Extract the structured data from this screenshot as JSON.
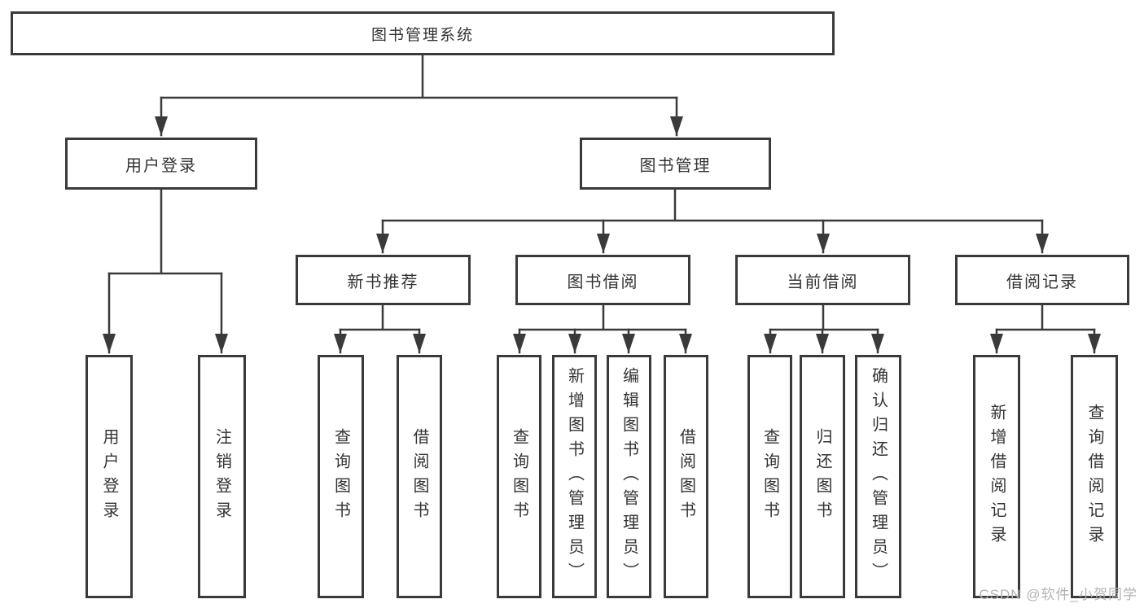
{
  "diagram": {
    "root": {
      "label": "图书管理系统"
    },
    "level2": {
      "user_login": {
        "label": "用户登录"
      },
      "book_mgmt": {
        "label": "图书管理"
      }
    },
    "level3": {
      "new_book_rec": {
        "label": "新书推荐"
      },
      "book_borrow": {
        "label": "图书借阅"
      },
      "current_borrow": {
        "label": "当前借阅"
      },
      "borrow_record": {
        "label": "借阅记录"
      }
    },
    "leaves": {
      "user_login_leaf": {
        "label": "用户登录"
      },
      "logout": {
        "label": "注销登录"
      },
      "nb_query": {
        "label": "查询图书"
      },
      "nb_borrow": {
        "label": "借阅图书"
      },
      "bb_query": {
        "label": "查询图书"
      },
      "bb_add": {
        "label": "新增图书（管理员）"
      },
      "bb_edit": {
        "label": "编辑图书（管理员）"
      },
      "bb_borrow": {
        "label": "借阅图书"
      },
      "cb_query": {
        "label": "查询图书"
      },
      "cb_return": {
        "label": "归还图书"
      },
      "cb_confirm": {
        "label": "确认归还（管理员）"
      },
      "br_add": {
        "label": "新增借阅记录"
      },
      "br_query": {
        "label": "查询借阅记录"
      }
    }
  },
  "watermark": {
    "text": "CSDN @软件_小贺同学"
  },
  "colors": {
    "line": "#3a3a3a",
    "border": "#3a3a3a",
    "text": "#333333",
    "watermark": "#b3b3b3",
    "background": "#ffffff"
  }
}
